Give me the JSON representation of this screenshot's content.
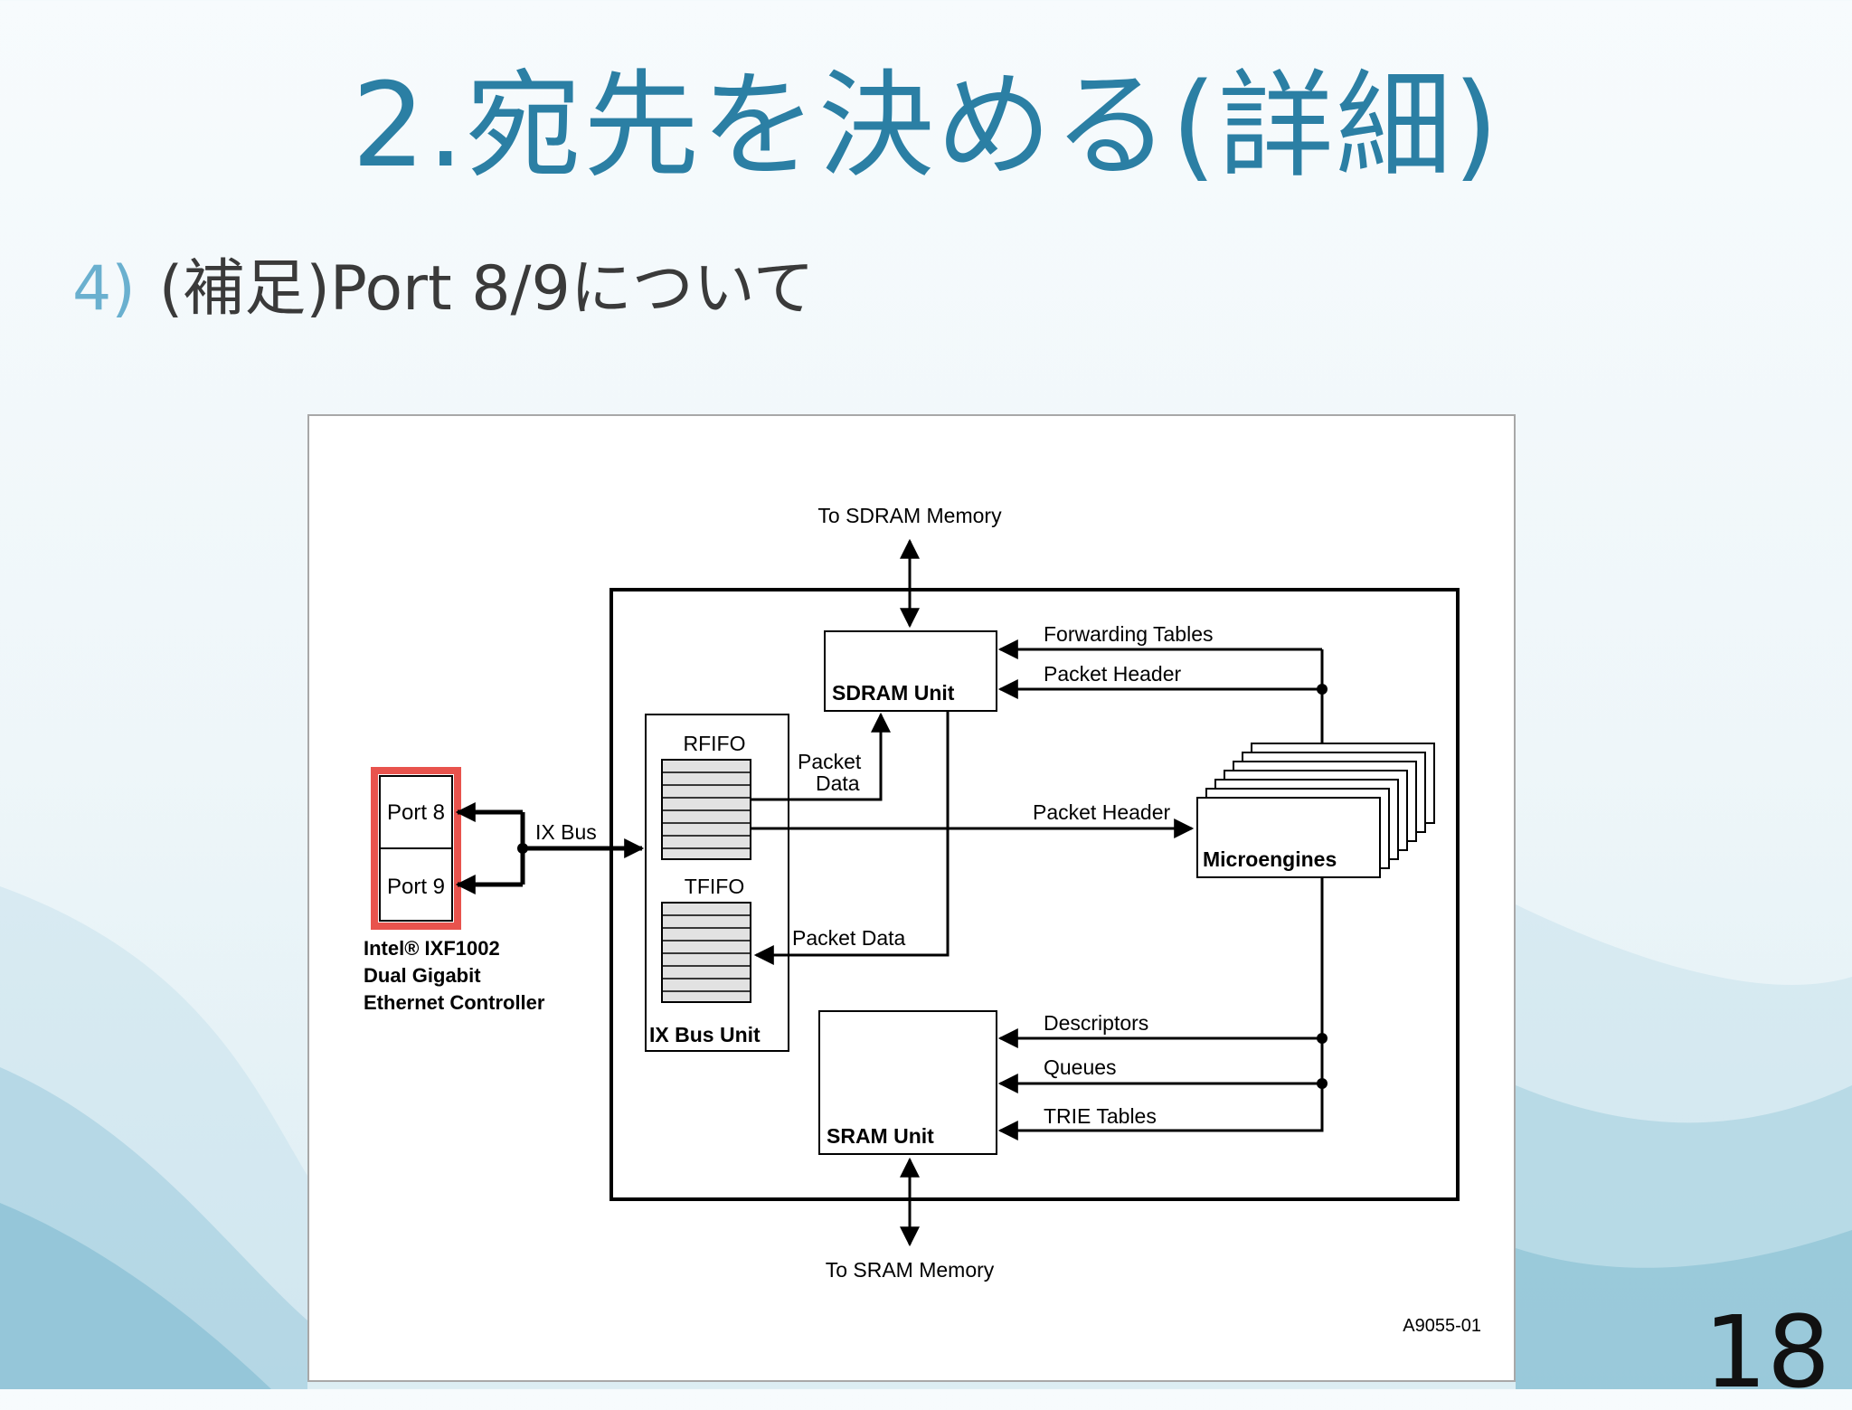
{
  "slide": {
    "title": "2.宛先を決める(詳細)",
    "bullet_number": "4)",
    "bullet_text": "(補足)Port 8/9について",
    "page_number": "18"
  },
  "diagram": {
    "to_sdram": "To SDRAM Memory",
    "to_sram": "To SRAM Memory",
    "sdram_unit": "SDRAM Unit",
    "sram_unit": "SRAM Unit",
    "ixbus_unit": "IX Bus Unit",
    "rfifo": "RFIFO",
    "tfifo": "TFIFO",
    "microengines": "Microengines",
    "port8": "Port 8",
    "port9": "Port 9",
    "ix_bus": "IX Bus",
    "controller_line1": "Intel® IXF1002",
    "controller_line2": "Dual Gigabit",
    "controller_line3": "Ethernet Controller",
    "forwarding_tables": "Forwarding Tables",
    "packet_header_sdram": "Packet Header",
    "packet_header_micro": "Packet Header",
    "packet_data_up_1": "Packet",
    "packet_data_up_2": "Data",
    "packet_data_tfifo": "Packet Data",
    "descriptors": "Descriptors",
    "queues": "Queues",
    "trie_tables": "TRIE Tables",
    "figure_id": "A9055-01"
  },
  "colors": {
    "title": "#2b7fa4",
    "bullet_number": "#6ab0cf",
    "highlight": "#e8534d",
    "fifo_fill": "#e2e2e2"
  }
}
